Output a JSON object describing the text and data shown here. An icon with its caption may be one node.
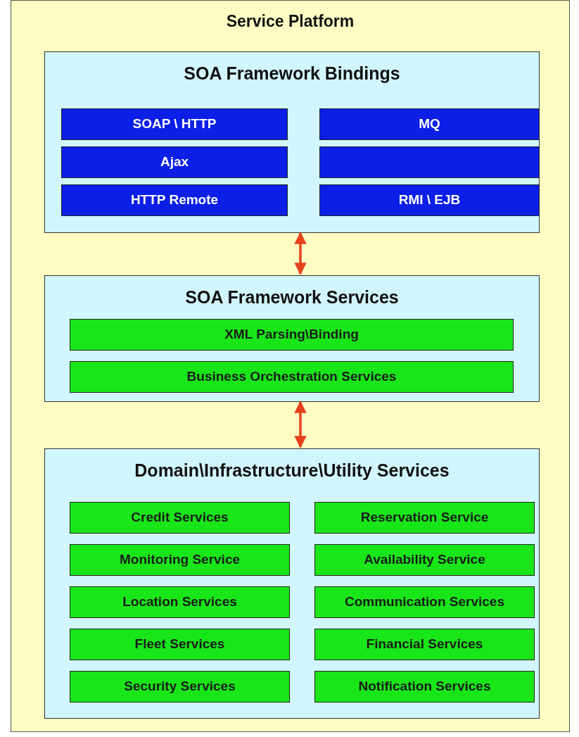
{
  "diagram": {
    "nodes": [
      {
        "text": [
          "Service Platform"
        ]
      },
      {
        "text": [
          "SOA Framework Bindings"
        ],
        "in": 0
      },
      {
        "text": [
          "SOAP \\ HTTP"
        ],
        "in": 1
      },
      {
        "text": [
          "MQ"
        ],
        "in": 1
      },
      {
        "text": [
          "Ajax"
        ],
        "in": 1
      },
      {
        "text": [],
        "shape": "box",
        "in": 1
      },
      {
        "text": [
          "HTTP Remote"
        ],
        "in": 1
      },
      {
        "text": [
          "RMI \\ EJB"
        ],
        "in": 1
      },
      {
        "text": [
          "SOA Framework Services"
        ],
        "in": 0
      },
      {
        "text": [
          "XML Parsing\\Binding"
        ],
        "in": 8
      },
      {
        "text": [
          "Business Orchestration Services"
        ],
        "in": 8
      },
      {
        "text": [
          "Domain\\Infrastructure\\Utility Services"
        ],
        "in": 0
      },
      {
        "text": [
          "Credit Services"
        ],
        "in": 11
      },
      {
        "text": [
          "Reservation Service"
        ],
        "in": 11
      },
      {
        "text": [
          "Monitoring Service"
        ],
        "in": 11
      },
      {
        "text": [
          "Availability Service"
        ],
        "in": 11
      },
      {
        "text": [
          "Location Services"
        ],
        "in": 11
      },
      {
        "text": [
          "Communication Services"
        ],
        "in": 11
      },
      {
        "text": [
          "Fleet Services"
        ],
        "in": 11
      },
      {
        "text": [
          "Financial Services"
        ],
        "in": 11
      },
      {
        "text": [
          "Security Services"
        ],
        "in": 11
      },
      {
        "text": [
          "Notification Services"
        ],
        "in": 11
      }
    ],
    "edges": [
      {
        "from": 1,
        "to": 8,
        "arrow": "both"
      },
      {
        "from": 8,
        "to": 11,
        "arrow": "both"
      }
    ]
  }
}
